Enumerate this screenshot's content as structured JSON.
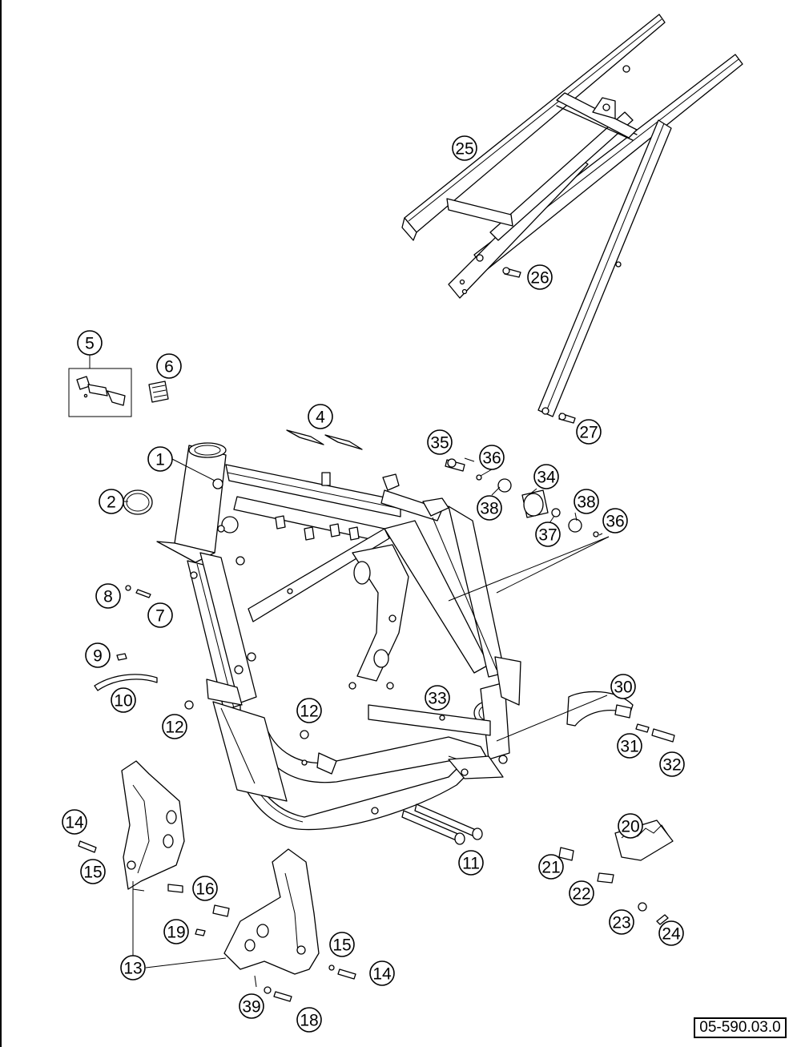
{
  "diagram": {
    "reference_code": "05-590.03.0",
    "callouts": [
      {
        "id": "1",
        "label": "1"
      },
      {
        "id": "2",
        "label": "2"
      },
      {
        "id": "4",
        "label": "4"
      },
      {
        "id": "5",
        "label": "5"
      },
      {
        "id": "6",
        "label": "6"
      },
      {
        "id": "7",
        "label": "7"
      },
      {
        "id": "8",
        "label": "8"
      },
      {
        "id": "9",
        "label": "9"
      },
      {
        "id": "10",
        "label": "10"
      },
      {
        "id": "11",
        "label": "11"
      },
      {
        "id": "12a",
        "label": "12"
      },
      {
        "id": "12b",
        "label": "12"
      },
      {
        "id": "13",
        "label": "13"
      },
      {
        "id": "14a",
        "label": "14"
      },
      {
        "id": "14b",
        "label": "14"
      },
      {
        "id": "15a",
        "label": "15"
      },
      {
        "id": "15b",
        "label": "15"
      },
      {
        "id": "16",
        "label": "16"
      },
      {
        "id": "18",
        "label": "18"
      },
      {
        "id": "19",
        "label": "19"
      },
      {
        "id": "20",
        "label": "20"
      },
      {
        "id": "21",
        "label": "21"
      },
      {
        "id": "22",
        "label": "22"
      },
      {
        "id": "23",
        "label": "23"
      },
      {
        "id": "24",
        "label": "24"
      },
      {
        "id": "25",
        "label": "25"
      },
      {
        "id": "26",
        "label": "26"
      },
      {
        "id": "27",
        "label": "27"
      },
      {
        "id": "30",
        "label": "30"
      },
      {
        "id": "31",
        "label": "31"
      },
      {
        "id": "32",
        "label": "32"
      },
      {
        "id": "33",
        "label": "33"
      },
      {
        "id": "34",
        "label": "34"
      },
      {
        "id": "35",
        "label": "35"
      },
      {
        "id": "36a",
        "label": "36"
      },
      {
        "id": "36b",
        "label": "36"
      },
      {
        "id": "37",
        "label": "37"
      },
      {
        "id": "38a",
        "label": "38"
      },
      {
        "id": "38b",
        "label": "38"
      },
      {
        "id": "39",
        "label": "39"
      }
    ]
  }
}
